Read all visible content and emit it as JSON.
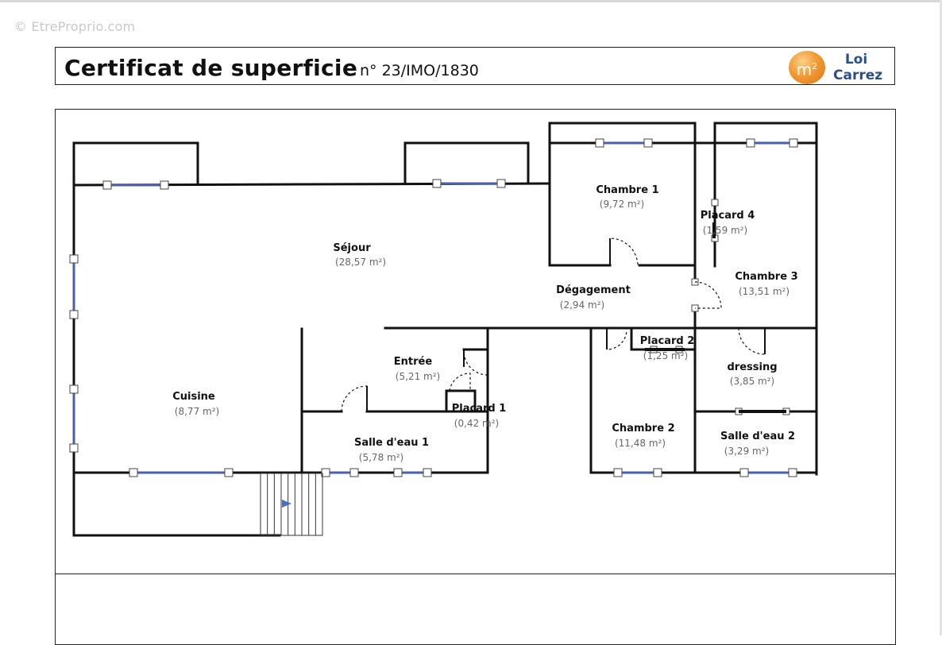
{
  "watermark": "© EtreProprio.com",
  "header": {
    "title": "Certificat de superficie",
    "certificate_number": "n° 23/IMO/1830",
    "logo_symbol": "m",
    "logo_exponent": "2",
    "logo_line1": "Loi",
    "logo_line2": "Carrez"
  },
  "colors": {
    "wall": "#111111",
    "window": "#4a5fb0",
    "logo_orange": "#f29a32",
    "logo_text": "#2b4e8c",
    "stair_arrow": "#4a6fc0",
    "area_text": "#666666"
  },
  "rooms": [
    {
      "name": "Séjour",
      "area": "(28,57 m²)"
    },
    {
      "name": "Chambre 1",
      "area": "(9,72 m²)"
    },
    {
      "name": "Placard 4",
      "area": "(1,59 m²)"
    },
    {
      "name": "Chambre 3",
      "area": "(13,51 m²)"
    },
    {
      "name": "Dégagement",
      "area": "(2,94 m²)"
    },
    {
      "name": "Entrée",
      "area": "(5,21 m²)"
    },
    {
      "name": "Placard 2",
      "area": "(1,25 m²)"
    },
    {
      "name": "dressing",
      "area": "(3,85 m²)"
    },
    {
      "name": "Cuisine",
      "area": "(8,77 m²)"
    },
    {
      "name": "Placard 1",
      "area": "(0,42 m²)"
    },
    {
      "name": "Salle d'eau 1",
      "area": "(5,78 m²)"
    },
    {
      "name": "Chambre 2",
      "area": "(11,48 m²)"
    },
    {
      "name": "Salle d'eau 2",
      "area": "(3,29 m²)"
    }
  ]
}
